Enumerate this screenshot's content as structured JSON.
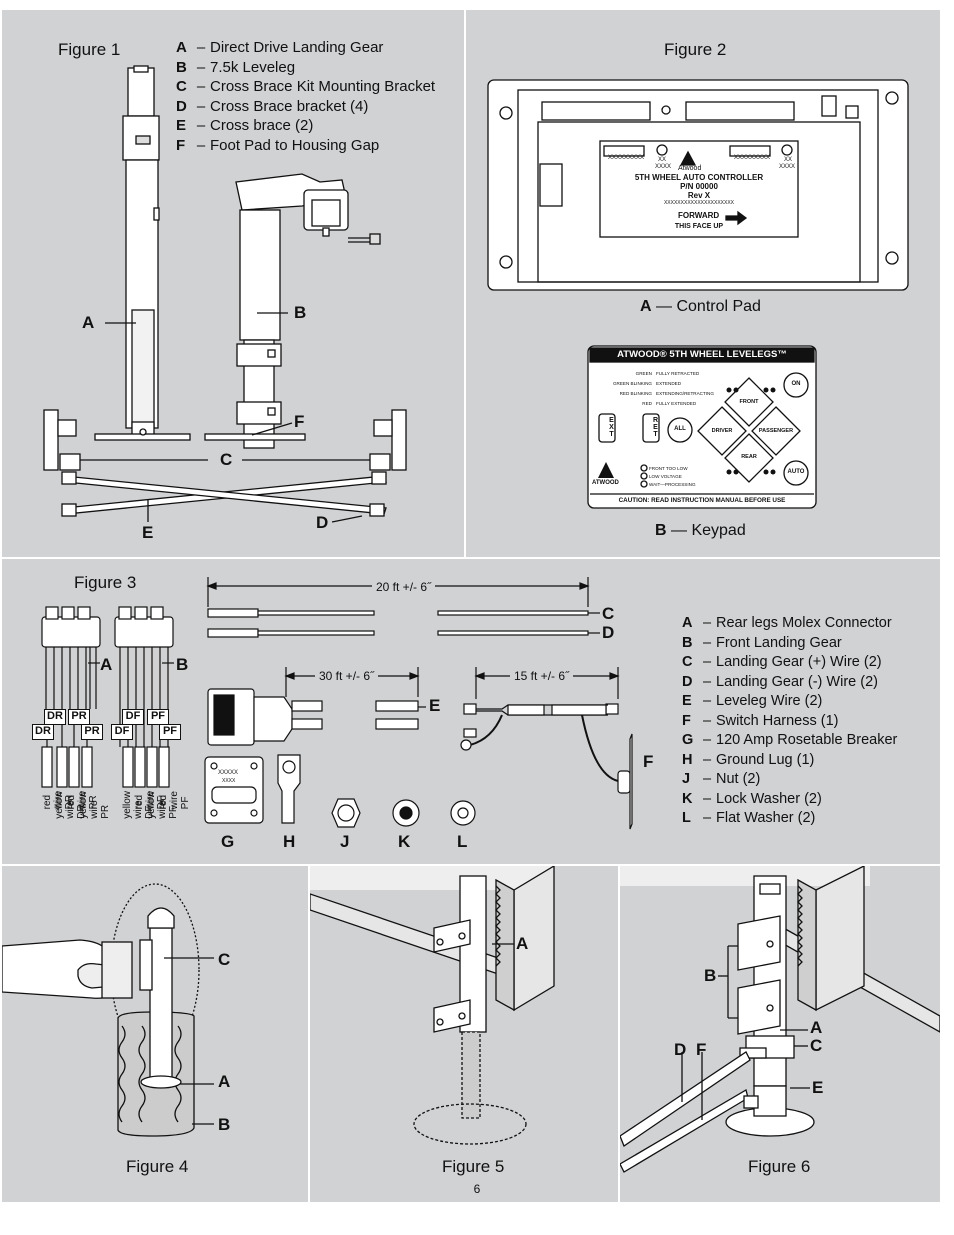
{
  "figure1": {
    "title": "Figure 1",
    "legend": [
      {
        "key": "A",
        "text": "Direct Drive Landing Gear"
      },
      {
        "key": "B",
        "text": "7.5k Leveleg"
      },
      {
        "key": "C",
        "text": "Cross Brace Kit Mounting Bracket"
      },
      {
        "key": "D",
        "text": "Cross Brace bracket (4)"
      },
      {
        "key": "E",
        "text": "Cross brace (2)"
      },
      {
        "key": "F",
        "text": "Foot Pad to Housing Gap"
      }
    ],
    "callouts": {
      "a": "A",
      "b": "B",
      "c": "C",
      "d": "D",
      "e": "E",
      "f": "F"
    }
  },
  "figure2": {
    "title": "Figure 2",
    "controller": {
      "code1": "XXXXXXXXX",
      "code2": "XXXXXXXXX",
      "xx1": "XX",
      "xxxx1": "XXXX",
      "xx2": "XX",
      "xxxx2": "XXXX",
      "brand": "Atwood",
      "name": "5TH WHEEL AUTO CONTROLLER",
      "pn": "P/N 00000",
      "rev": "Rev X",
      "serial": "XXXXXXXXXXXXXXXXXXXXX",
      "forward": "FORWARD",
      "face_up": "THIS FACE UP"
    },
    "caption_a_key": "A",
    "caption_a_text": "— Control Pad",
    "keypad": {
      "title": "ATWOOD® 5TH WHEEL LEVELEGS™",
      "status": [
        {
          "color": "GREEN",
          "meaning": "FULLY RETRACTED"
        },
        {
          "color": "GREEN BLINKING",
          "meaning": "EXTENDED"
        },
        {
          "color": "RED BLINKING",
          "meaning": "EXTENDING/RETRACTING"
        },
        {
          "color": "RED",
          "meaning": "FULLY EXTENDED"
        }
      ],
      "ext": "EXT",
      "ret": "RET",
      "all": "ALL",
      "front": "FRONT",
      "driver": "DRIVER",
      "passenger": "PASSENGER",
      "rear": "REAR",
      "on": "ON",
      "auto": "AUTO",
      "indicators": [
        "FRONT TOO LOW",
        "LOW VOLTAGE",
        "WAIT—PROCESSING"
      ],
      "brand": "ATWOOD",
      "caution": "CAUTION: READ INSTRUCTION MANUAL BEFORE USE"
    },
    "caption_b_key": "B",
    "caption_b_text": "— Keypad"
  },
  "figure3": {
    "title": "Figure 3",
    "dims": {
      "d20": "20 ft +/- 6˝",
      "d30": "30 ft +/- 6˝",
      "d15": "15 ft +/- 6˝"
    },
    "tags": {
      "dr": "DR",
      "pr": "PR",
      "df": "DF",
      "pf": "PF"
    },
    "wires_a": [
      "red wire DR",
      "yellow wire DR",
      "red wire PR",
      "yellow wire PR"
    ],
    "wires_b": [
      "yellow wire DF",
      "red wire DF",
      "yellow wire PF",
      "red wire PF"
    ],
    "breaker": {
      "x1": "XXXXX",
      "x2": "XXXX"
    },
    "callouts": {
      "a": "A",
      "b": "B",
      "c": "C",
      "d": "D",
      "e": "E",
      "f": "F",
      "g": "G",
      "h": "H",
      "j": "J",
      "k": "K",
      "l": "L"
    },
    "legend": [
      {
        "key": "A",
        "text": "Rear legs Molex Connector"
      },
      {
        "key": "B",
        "text": "Front Landing Gear"
      },
      {
        "key": "C",
        "text": "Landing Gear (+) Wire (2)"
      },
      {
        "key": "D",
        "text": "Landing Gear (-) Wire (2)"
      },
      {
        "key": "E",
        "text": "Leveleg Wire (2)"
      },
      {
        "key": "F",
        "text": "Switch Harness (1)"
      },
      {
        "key": "G",
        "text": "120 Amp Rosetable Breaker"
      },
      {
        "key": "H",
        "text": "Ground Lug (1)"
      },
      {
        "key": "J",
        "text": "Nut (2)"
      },
      {
        "key": "K",
        "text": "Lock Washer (2)"
      },
      {
        "key": "L",
        "text": "Flat Washer (2)"
      }
    ]
  },
  "figure4": {
    "title": "Figure 4",
    "callouts": {
      "a": "A",
      "b": "B",
      "c": "C"
    }
  },
  "figure5": {
    "title": "Figure 5",
    "callouts": {
      "a": "A"
    }
  },
  "figure6": {
    "title": "Figure 6",
    "callouts": {
      "a": "A",
      "b": "B",
      "c": "C",
      "d": "D",
      "e": "E",
      "f": "F"
    }
  },
  "page_number": "6",
  "colors": {
    "panel": "#d1d2d4",
    "ink": "#111111",
    "white": "#ffffff"
  }
}
